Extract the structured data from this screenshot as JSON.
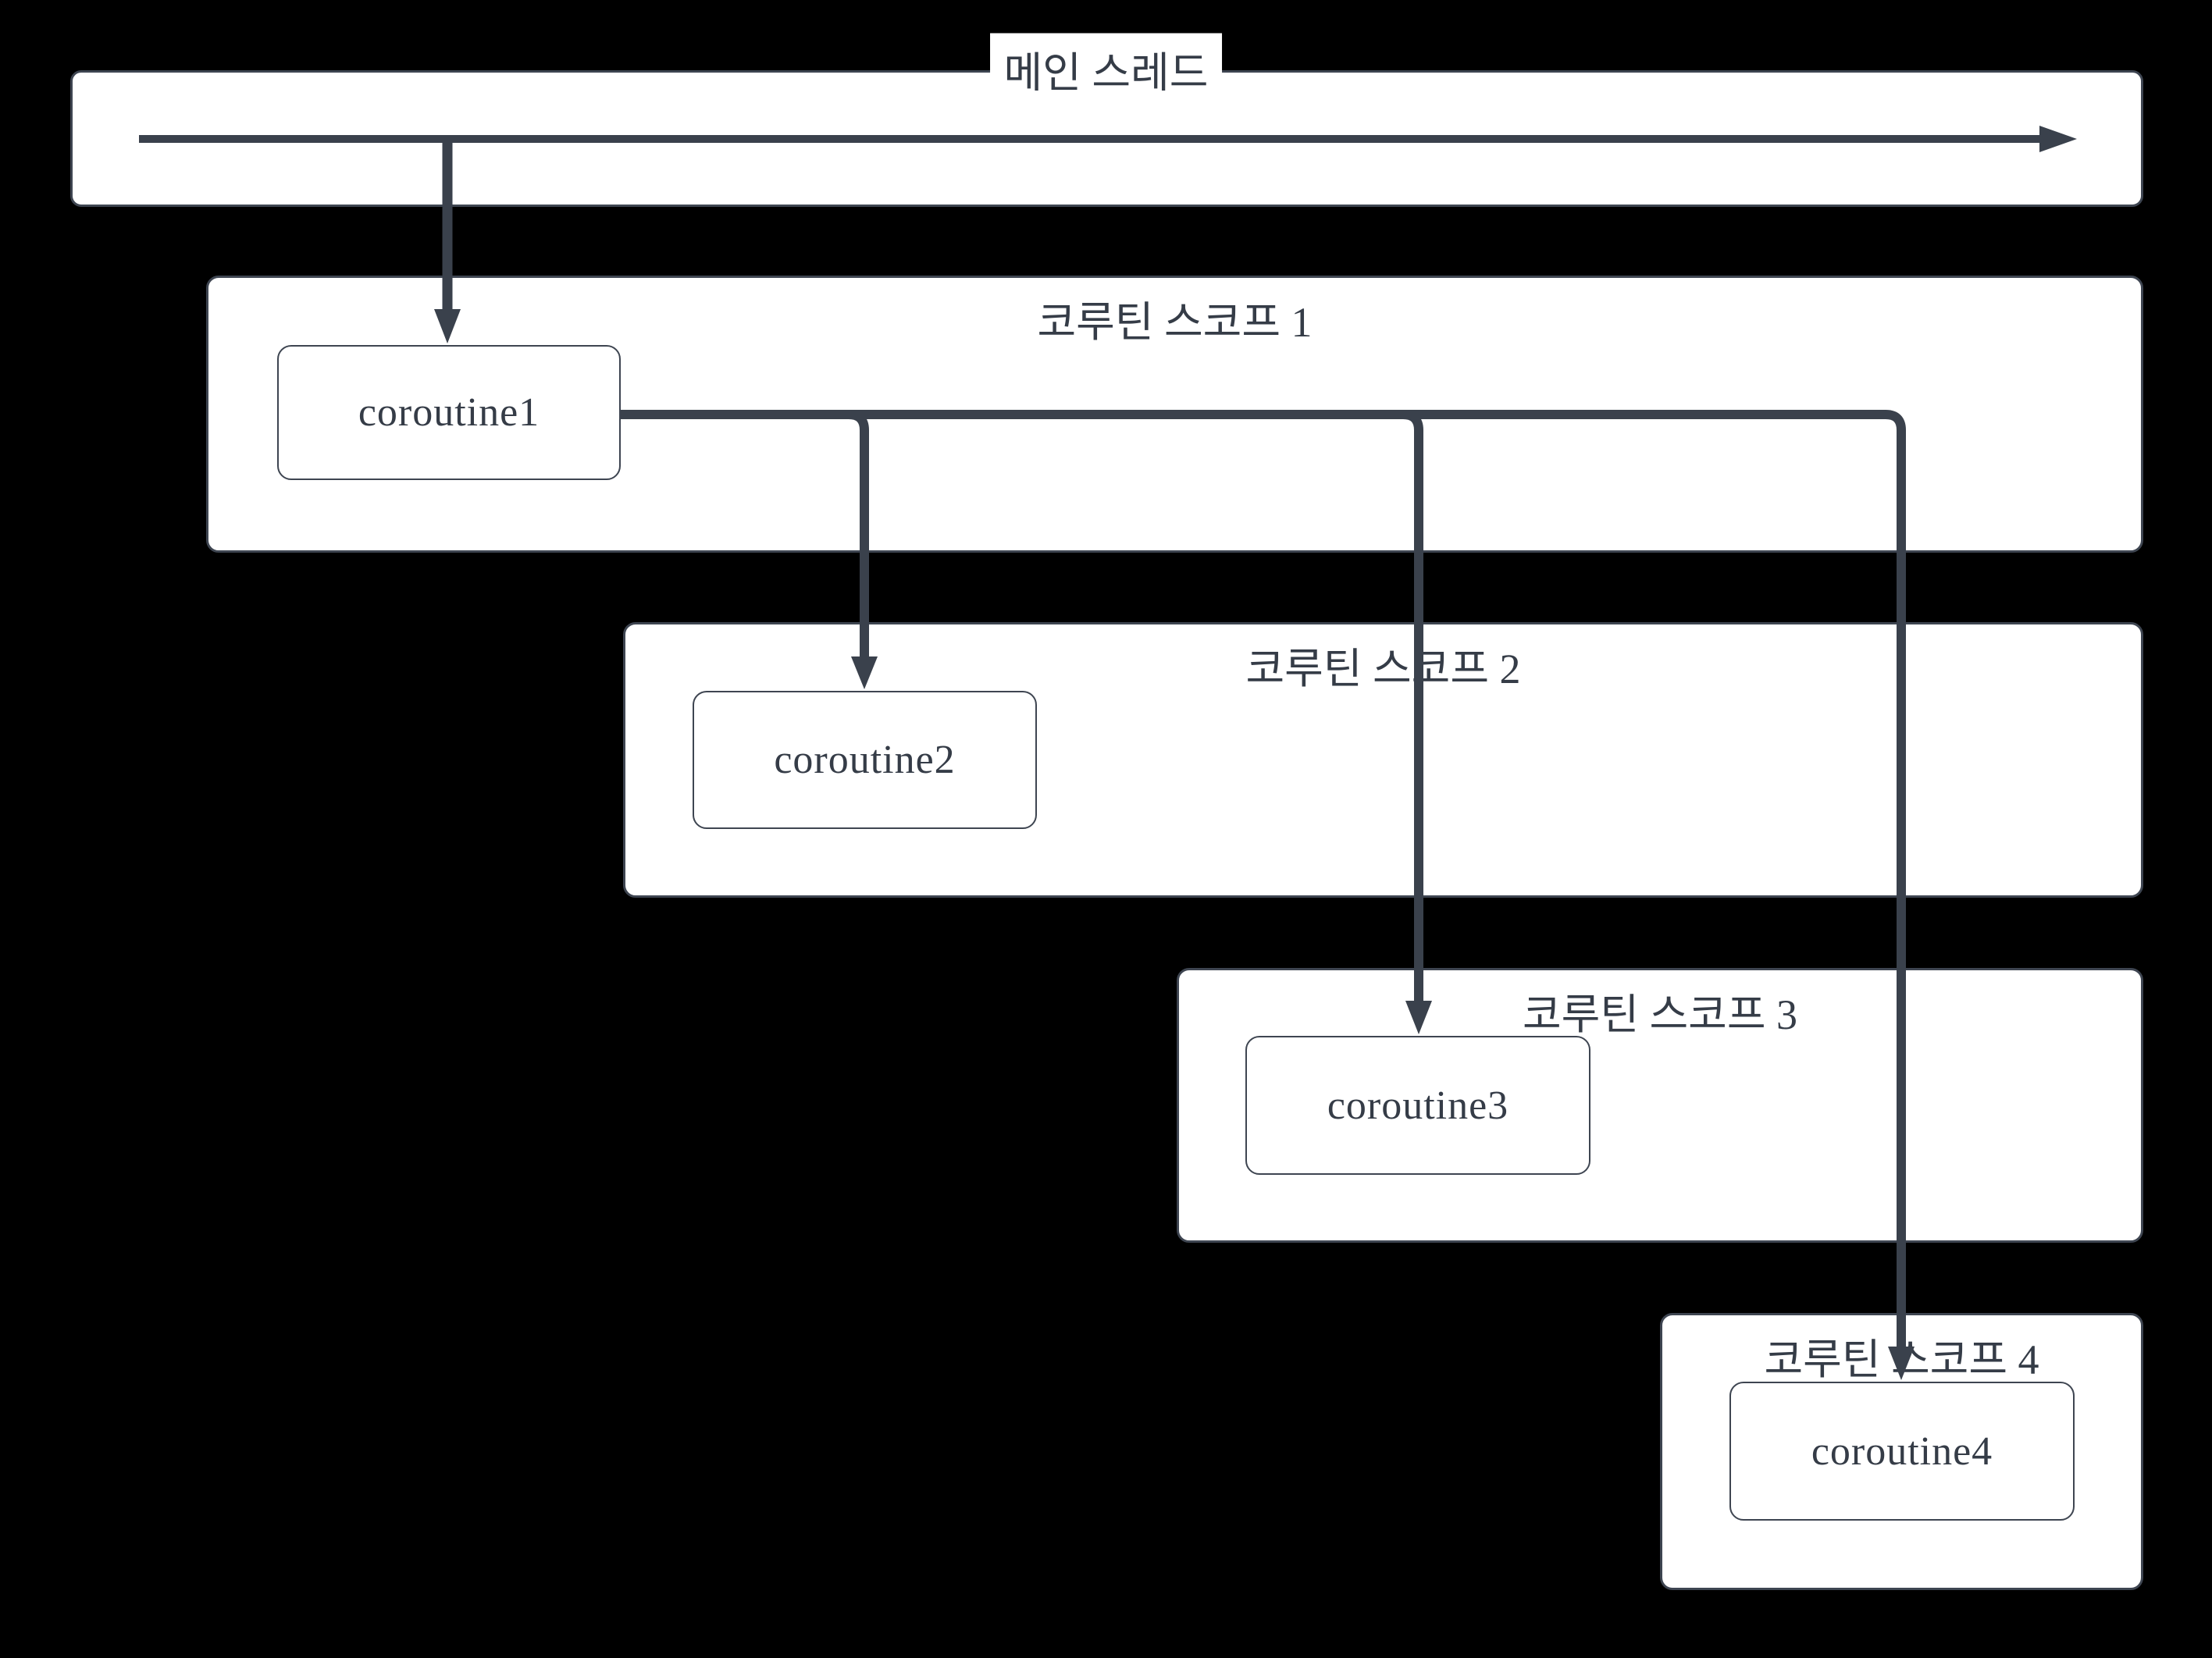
{
  "diagram": {
    "title_semantic": "coroutine-scope-nesting-diagram",
    "main_thread": {
      "label": "메인 스레드"
    },
    "scopes": [
      {
        "label": "코루틴 스코프 1",
        "coroutine": "coroutine1"
      },
      {
        "label": "코루틴 스코프 2",
        "coroutine": "coroutine2"
      },
      {
        "label": "코루틴 스코프 3",
        "coroutine": "coroutine3"
      },
      {
        "label": "코루틴 스코프 4",
        "coroutine": "coroutine4"
      }
    ],
    "connections": [
      "메인 스레드 → coroutine1",
      "coroutine1 → coroutine2",
      "coroutine1 → coroutine3",
      "coroutine1 → coroutine4"
    ]
  },
  "colors": {
    "background": "#000000",
    "box_fill": "#ffffff",
    "box_border": "#3e4551",
    "connector": "#3a414c",
    "text": "#353c47"
  }
}
